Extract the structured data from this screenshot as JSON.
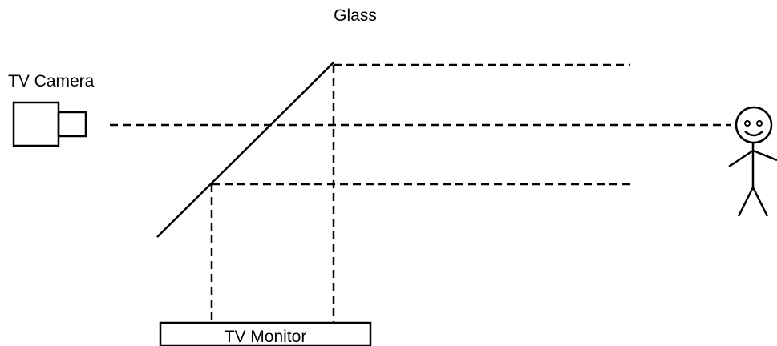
{
  "labels": {
    "glass": "Glass",
    "camera": "TV Camera",
    "monitor": "TV Monitor"
  },
  "colors": {
    "stroke": "#000000",
    "background": "#ffffff"
  }
}
